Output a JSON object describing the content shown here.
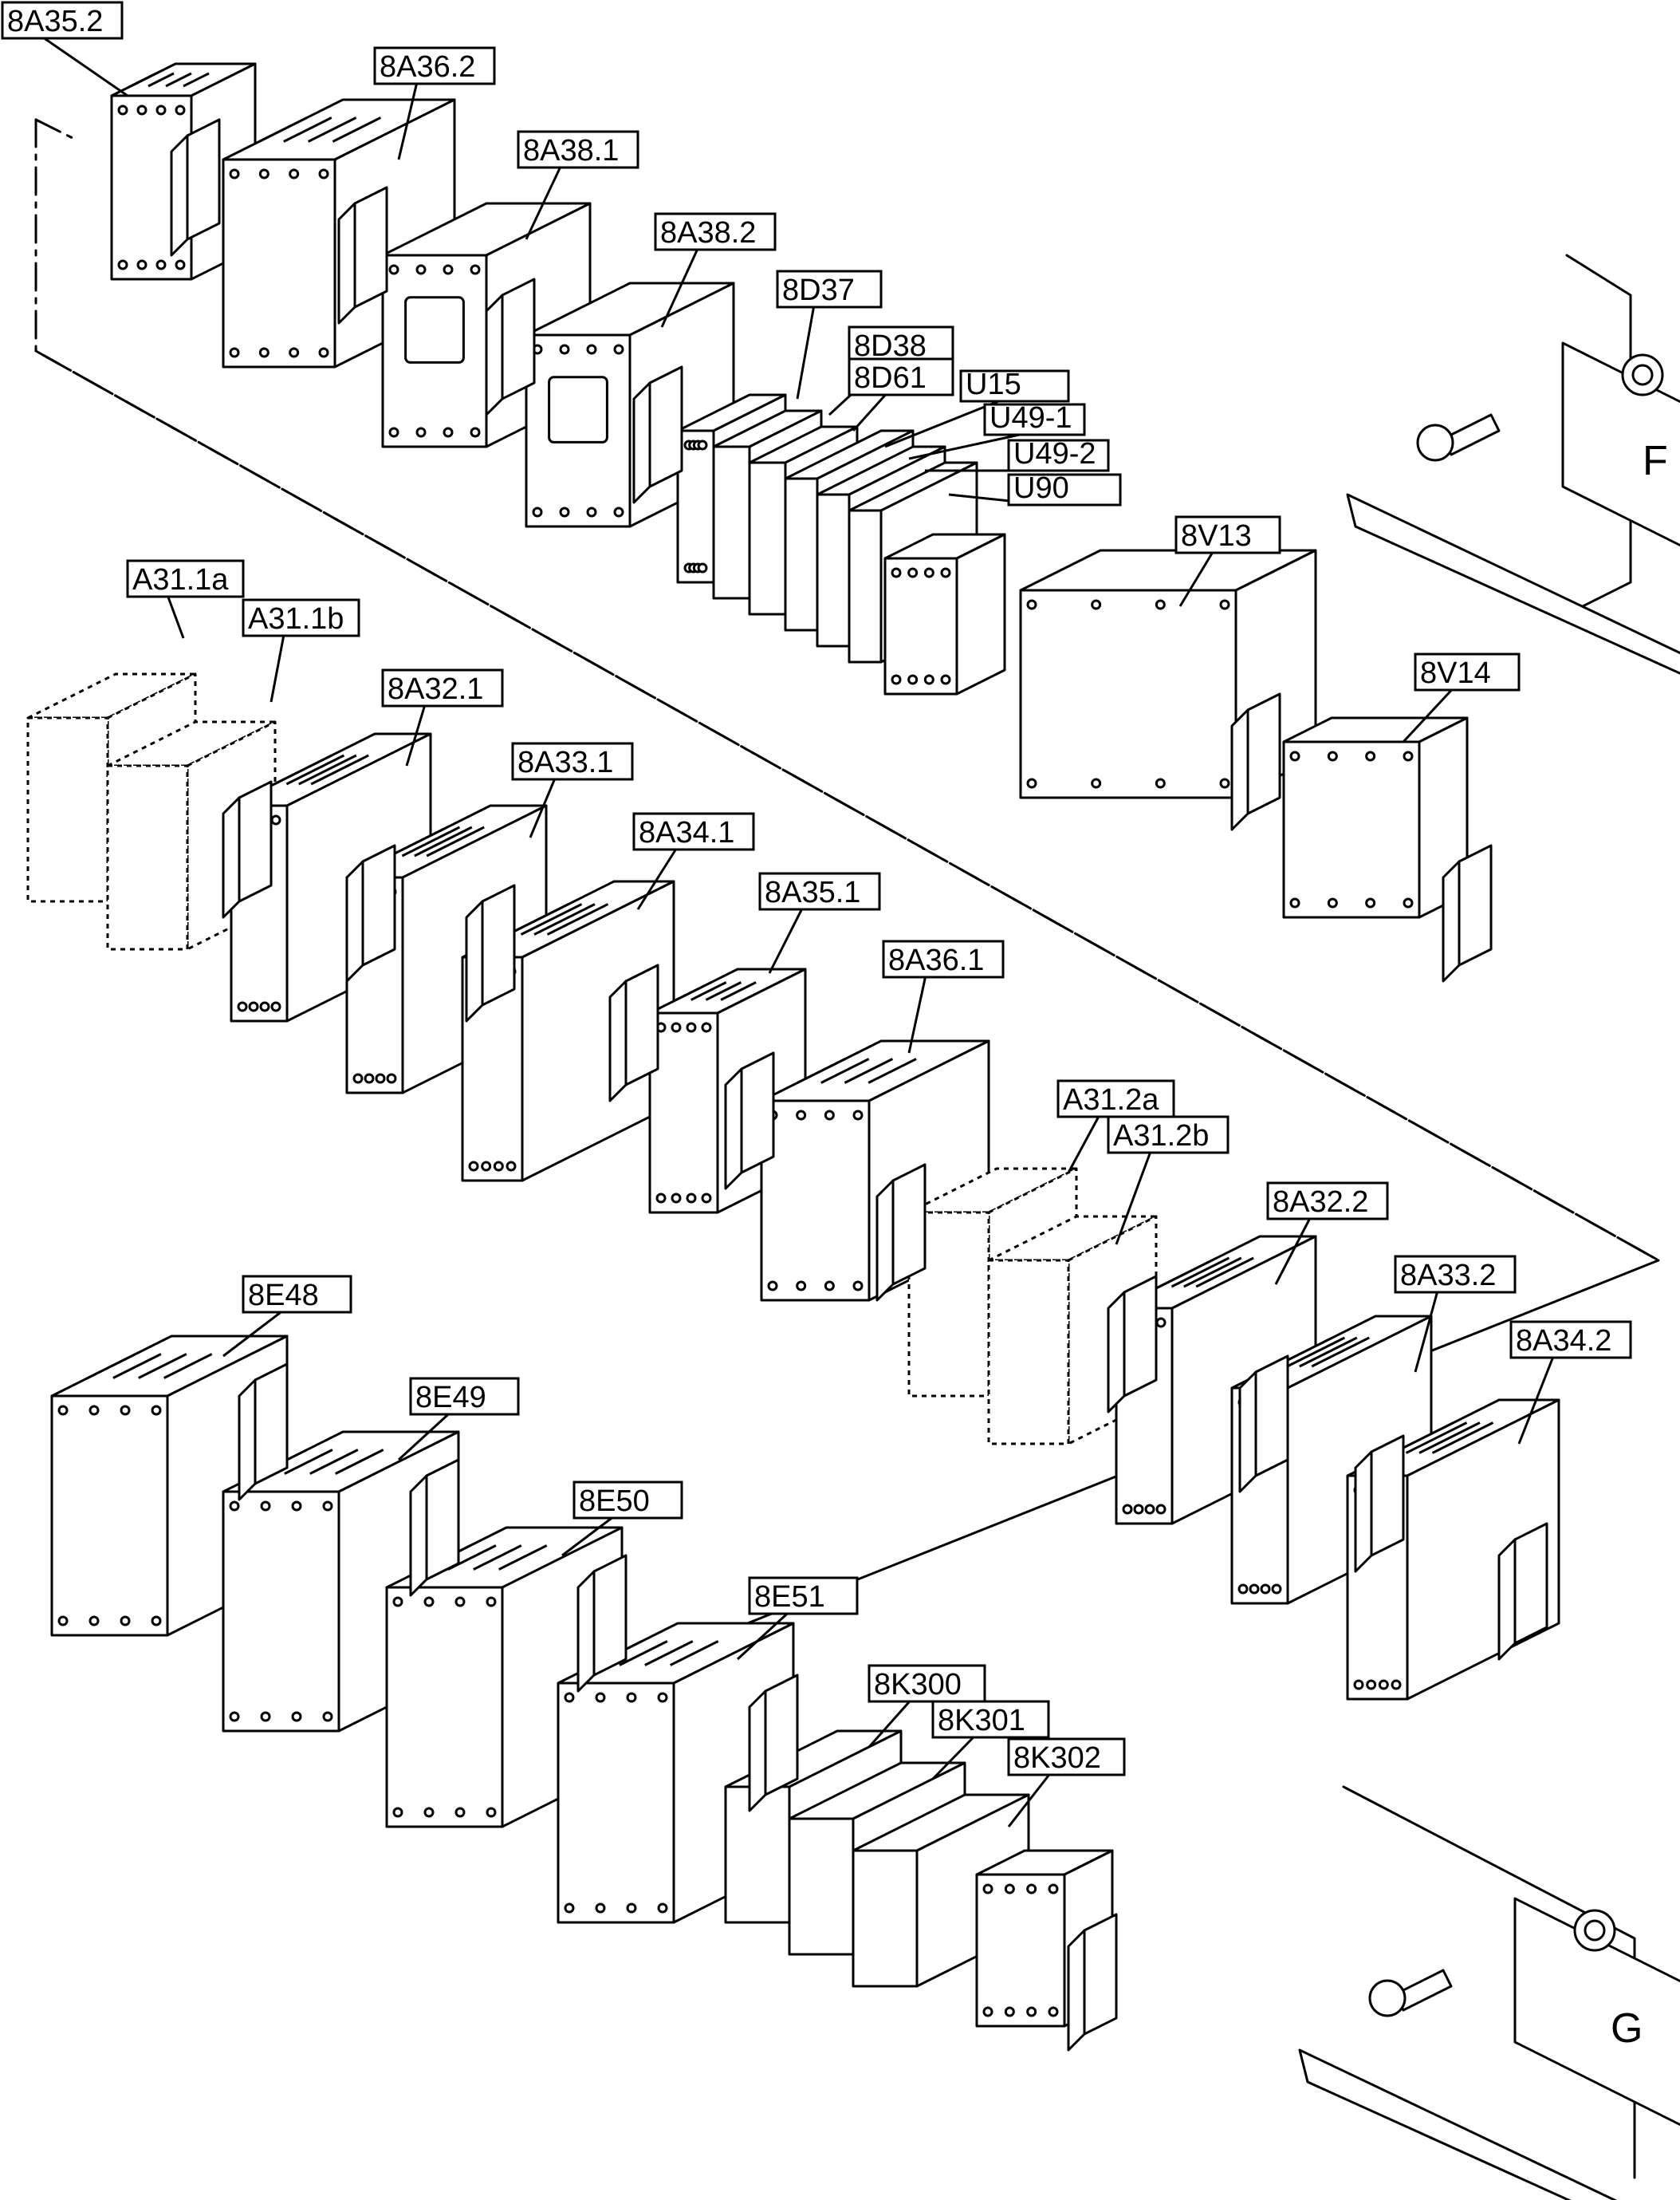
{
  "labels": [
    {
      "id": "8A35.2",
      "text": "8A35.2"
    },
    {
      "id": "8A36.2",
      "text": "8A36.2"
    },
    {
      "id": "8A38.1",
      "text": "8A38.1"
    },
    {
      "id": "8A38.2",
      "text": "8A38.2"
    },
    {
      "id": "8D37",
      "text": "8D37"
    },
    {
      "id": "8D38",
      "text": "8D38"
    },
    {
      "id": "8D61",
      "text": "8D61"
    },
    {
      "id": "U15",
      "text": "U15"
    },
    {
      "id": "U49-1",
      "text": "U49-1"
    },
    {
      "id": "U49-2",
      "text": "U49-2"
    },
    {
      "id": "U90",
      "text": "U90"
    },
    {
      "id": "8V13",
      "text": "8V13"
    },
    {
      "id": "8V14",
      "text": "8V14"
    },
    {
      "id": "A31.1a",
      "text": "A31.1a"
    },
    {
      "id": "A31.1b",
      "text": "A31.1b"
    },
    {
      "id": "8A32.1",
      "text": "8A32.1"
    },
    {
      "id": "8A33.1",
      "text": "8A33.1"
    },
    {
      "id": "8A34.1",
      "text": "8A34.1"
    },
    {
      "id": "8A35.1",
      "text": "8A35.1"
    },
    {
      "id": "8A36.1",
      "text": "8A36.1"
    },
    {
      "id": "A31.2a",
      "text": "A31.2a"
    },
    {
      "id": "A31.2b",
      "text": "A31.2b"
    },
    {
      "id": "8A32.2",
      "text": "8A32.2"
    },
    {
      "id": "8A33.2",
      "text": "8A33.2"
    },
    {
      "id": "8A34.2",
      "text": "8A34.2"
    },
    {
      "id": "8E48",
      "text": "8E48"
    },
    {
      "id": "8E49",
      "text": "8E49"
    },
    {
      "id": "8E50",
      "text": "8E50"
    },
    {
      "id": "8E51",
      "text": "8E51"
    },
    {
      "id": "8K300",
      "text": "8K300"
    },
    {
      "id": "8K301",
      "text": "8K301"
    },
    {
      "id": "8K302",
      "text": "8K302"
    }
  ],
  "detail_letters": [
    {
      "id": "F",
      "text": "F"
    },
    {
      "id": "G",
      "text": "G"
    }
  ]
}
